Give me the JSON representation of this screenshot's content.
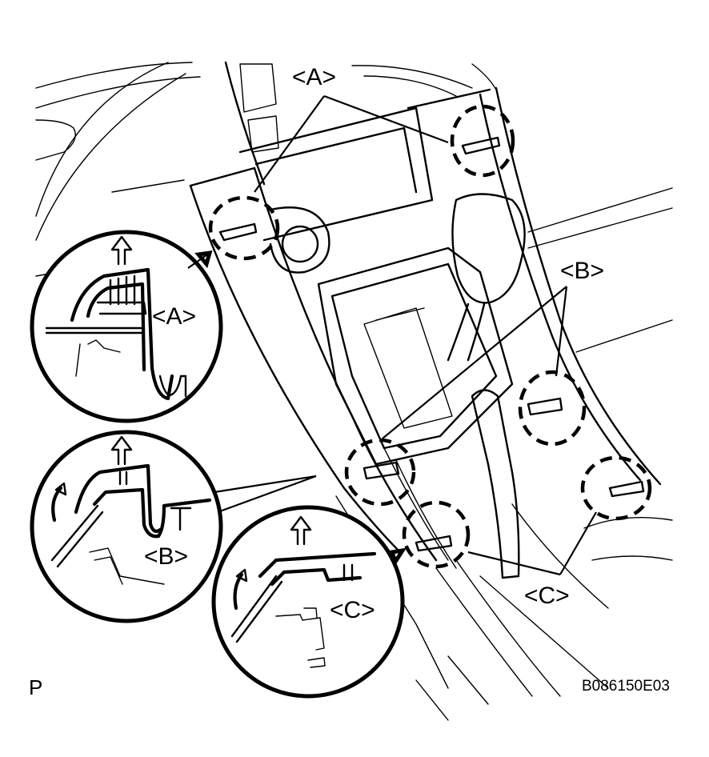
{
  "labels": {
    "a_main": "<A>",
    "b_main": "<B>",
    "c_main": "<C>",
    "a_detail": "<A>",
    "b_detail": "<B>",
    "c_detail": "<C>"
  },
  "corner_letter": "P",
  "figure_code": "B086150E03"
}
